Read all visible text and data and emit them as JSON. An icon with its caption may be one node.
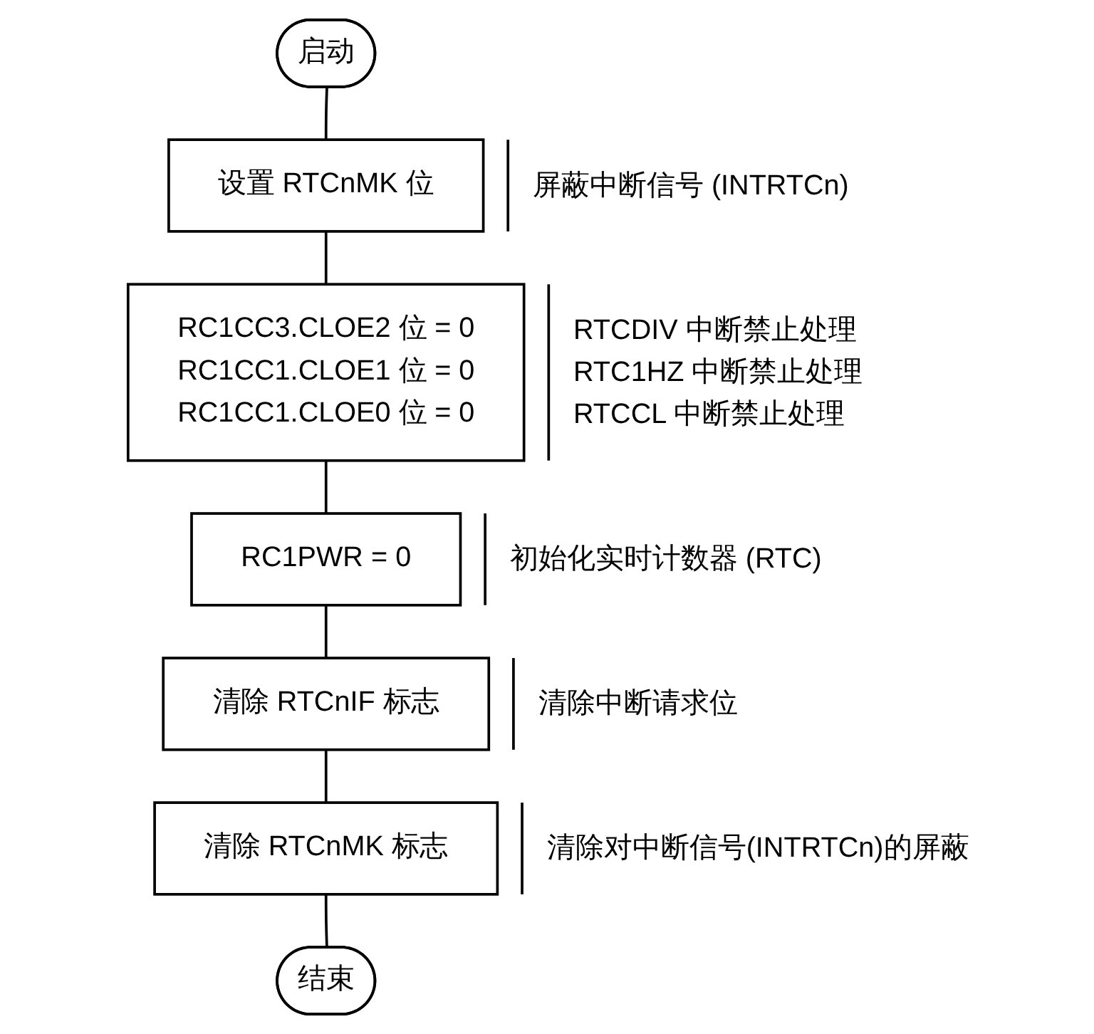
{
  "diagram": {
    "nodes": [
      {
        "text": [
          "启动"
        ]
      },
      {
        "text": [
          "设置 RTCnMK 位"
        ],
        "beside": [
          "屏蔽中断信号 (INTRTCn)"
        ]
      },
      {
        "text": [
          "RC1CC3.CLOE2 位 = 0",
          "RC1CC1.CLOE1 位 = 0",
          "RC1CC1.CLOE0 位 = 0"
        ],
        "beside": [
          "RTCDIV 中断禁止处理",
          "RTC1HZ 中断禁止处理",
          "RTCCL 中断禁止处理"
        ]
      },
      {
        "text": [
          "RC1PWR = 0"
        ],
        "beside": [
          "初始化实时计数器 (RTC)"
        ]
      },
      {
        "text": [
          "清除 RTCnIF 标志"
        ],
        "beside": [
          "清除中断请求位"
        ]
      },
      {
        "text": [
          "清除 RTCnMK 标志"
        ],
        "beside": [
          "清除对中断信号(INTRTCn)的屏蔽"
        ]
      },
      {
        "text": [
          "结束"
        ]
      }
    ],
    "edges": [
      {
        "from": 0,
        "to": 1,
        "arrow": "none"
      },
      {
        "from": 1,
        "to": 2,
        "arrow": "none"
      },
      {
        "from": 2,
        "to": 3,
        "arrow": "none"
      },
      {
        "from": 3,
        "to": 4,
        "arrow": "none"
      },
      {
        "from": 4,
        "to": 5,
        "arrow": "none"
      },
      {
        "from": 5,
        "to": 6,
        "arrow": "none"
      }
    ]
  }
}
